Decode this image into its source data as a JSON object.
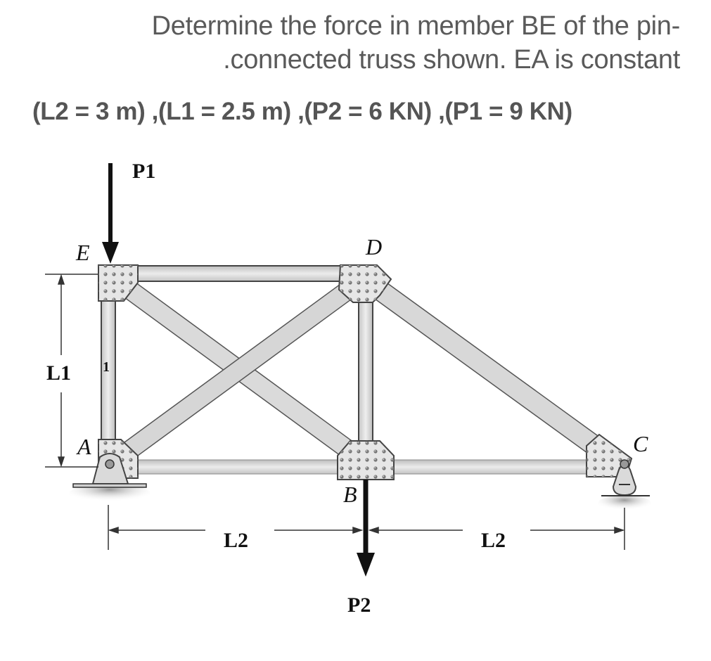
{
  "problem": {
    "line1": "Determine the force in member BE of the pin-",
    "line2": ".connected truss shown. EA is constant",
    "given": "(L2 = 3 m) ,(L1 = 2.5 m) ,(P2 = 6 KN) ,(P1 = 9 KN)"
  },
  "given_values": {
    "L2": "3 m",
    "L1": "2.5 m",
    "P2": "6 KN",
    "P1": "9 KN"
  },
  "diagram": {
    "joints": {
      "E": "E",
      "D": "D",
      "A": "A",
      "B": "B",
      "C": "C"
    },
    "loads": {
      "p1": "P1",
      "p2": "P2"
    },
    "dimensions": {
      "vertical": "L1",
      "span_left": "L2",
      "span_right": "L2"
    },
    "members": [
      "ED",
      "EA",
      "EB",
      "AD",
      "DB",
      "DC",
      "AB",
      "BC"
    ],
    "supports": {
      "A": "pin",
      "C": "rocker"
    },
    "colors": {
      "member_fill": "#dcdcdc",
      "member_stroke": "#555555",
      "gusset_fill": "#e4e4e4",
      "rivet": "#666666",
      "text_dark": "#111111",
      "text_gray": "#5a5a5a"
    }
  }
}
